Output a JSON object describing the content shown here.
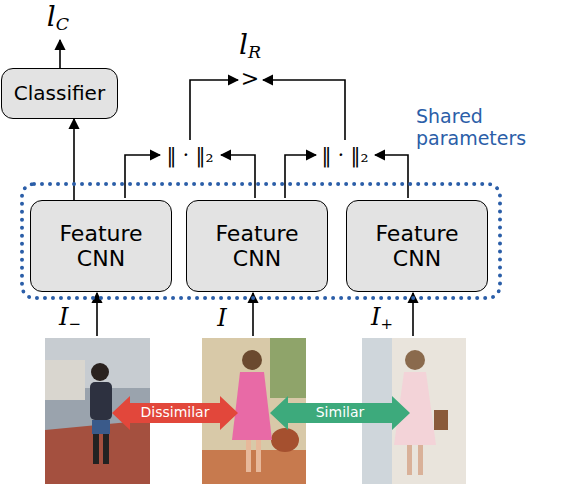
{
  "diagram": {
    "nodes": [
      {
        "text": [
          "Classifier"
        ]
      },
      {
        "text": [
          "Shared parameters"
        ]
      },
      {
        "text": [
          "Feature CNN"
        ],
        "in": 1
      },
      {
        "text": [
          "Feature CNN"
        ],
        "in": 1
      },
      {
        "text": [
          "Feature CNN"
        ],
        "in": 1
      }
    ],
    "edges": [
      {
        "from": 2,
        "to": 0,
        "arrow": "to"
      }
    ],
    "labels": [
      "lC",
      "lR",
      ">",
      "‖ · ‖₂",
      "‖ · ‖₂",
      "I−",
      "I",
      "I+",
      "Dissimilar",
      "Similar"
    ]
  }
}
